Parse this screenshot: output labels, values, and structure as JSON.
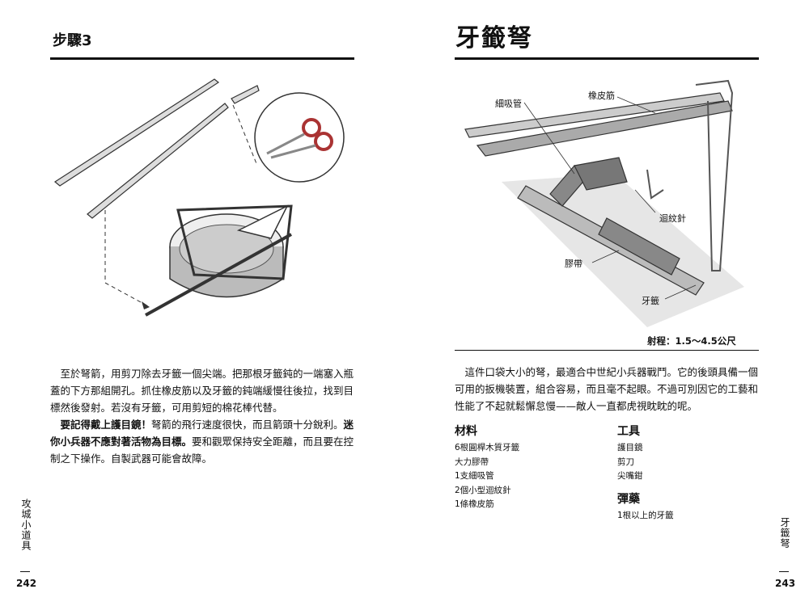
{
  "left_page": {
    "heading": "步驟3",
    "paragraph1": "至於弩箭，用剪刀除去牙籤一個尖端。把那根牙籤鈍的一端塞入瓶蓋的下方那組開孔。抓住橡皮筋以及牙籤的鈍端緩慢往後拉，找到目標然後發射。若沒有牙籤，可用剪短的棉花棒代替。",
    "paragraph2_bold1": "要記得戴上護目鏡！",
    "paragraph2_text1": "弩箭的飛行速度很快，而且箭頭十分銳利。",
    "paragraph2_bold2": "迷你小兵器不應對著活物為目標。",
    "paragraph2_text2": "要和觀眾保持安全距離，而且要在控制之下操作。自製武器可能會故障。",
    "side_label": "攻城小道具",
    "page_number": "242"
  },
  "right_page": {
    "title": "牙籤弩",
    "labels": {
      "straw": "細吸管",
      "rubber_band": "橡皮筋",
      "paperclip": "迴紋針",
      "tape": "膠帶",
      "toothpick": "牙籤"
    },
    "range": "射程：1.5～4.5公尺",
    "intro": "這件口袋大小的弩，最適合中世紀小兵器戰鬥。它的後頭具備一個可用的扳機裝置，組合容易，而且毫不起眼。不過可別因它的工藝和性能了不起就鬆懈怠慢——敵人一直都虎視眈眈的呢。",
    "materials": {
      "heading": "材料",
      "items": [
        "6根圓桿木質牙籤",
        "大力膠帶",
        "1支細吸管",
        "2個小型迴紋針",
        "1條橡皮筋"
      ]
    },
    "tools": {
      "heading": "工具",
      "items": [
        "護目鏡",
        "剪刀",
        "尖嘴鉗"
      ]
    },
    "ammo": {
      "heading": "彈藥",
      "items": [
        "1根以上的牙籤"
      ]
    },
    "side_label": "牙籤弩",
    "page_number": "243"
  }
}
